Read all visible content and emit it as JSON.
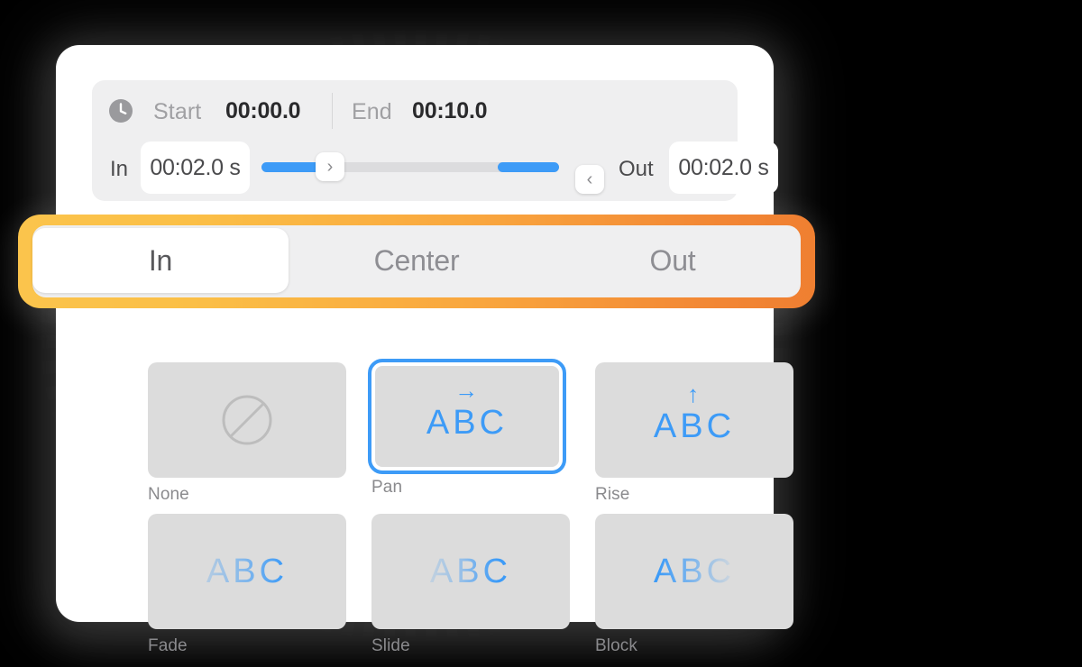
{
  "panel": {
    "clock_icon": "clock-icon",
    "start_label": "Start",
    "start_value": "00:00.0",
    "end_label": "End",
    "end_value": "00:10.0",
    "in_label": "In",
    "in_value": "00:02.0 s",
    "out_label": "Out",
    "out_value": "00:02.0 s",
    "slider": {
      "left_thumb_icon": "chevron-right-icon",
      "left_thumb_glyph": "›",
      "right_thumb_icon": "chevron-left-icon",
      "right_thumb_glyph": "‹"
    }
  },
  "segmented": {
    "highlight_color_start": "#FBC44C",
    "highlight_color_end": "#EF7F31",
    "selected": "In",
    "options": [
      {
        "label": "In",
        "selected": true
      },
      {
        "label": "Center",
        "selected": false
      },
      {
        "label": "Out",
        "selected": false
      }
    ]
  },
  "effects": {
    "selection_color": "#3D9BF7",
    "sample_text": "ABC",
    "items": [
      {
        "label": "None",
        "preview": "none-symbol",
        "selected": false,
        "arrow": ""
      },
      {
        "label": "Pan",
        "preview": "abc-arrow-right",
        "selected": true,
        "arrow": "→"
      },
      {
        "label": "Rise",
        "preview": "abc-arrow-up",
        "selected": false,
        "arrow": "↑"
      },
      {
        "label": "Fade",
        "preview": "abc-fade-left-to-right",
        "selected": false,
        "arrow": ""
      },
      {
        "label": "Slide",
        "preview": "abc-fade-slide",
        "selected": false,
        "arrow": ""
      },
      {
        "label": "Block",
        "preview": "abc-fade-right-to-left",
        "selected": false,
        "arrow": ""
      }
    ]
  }
}
